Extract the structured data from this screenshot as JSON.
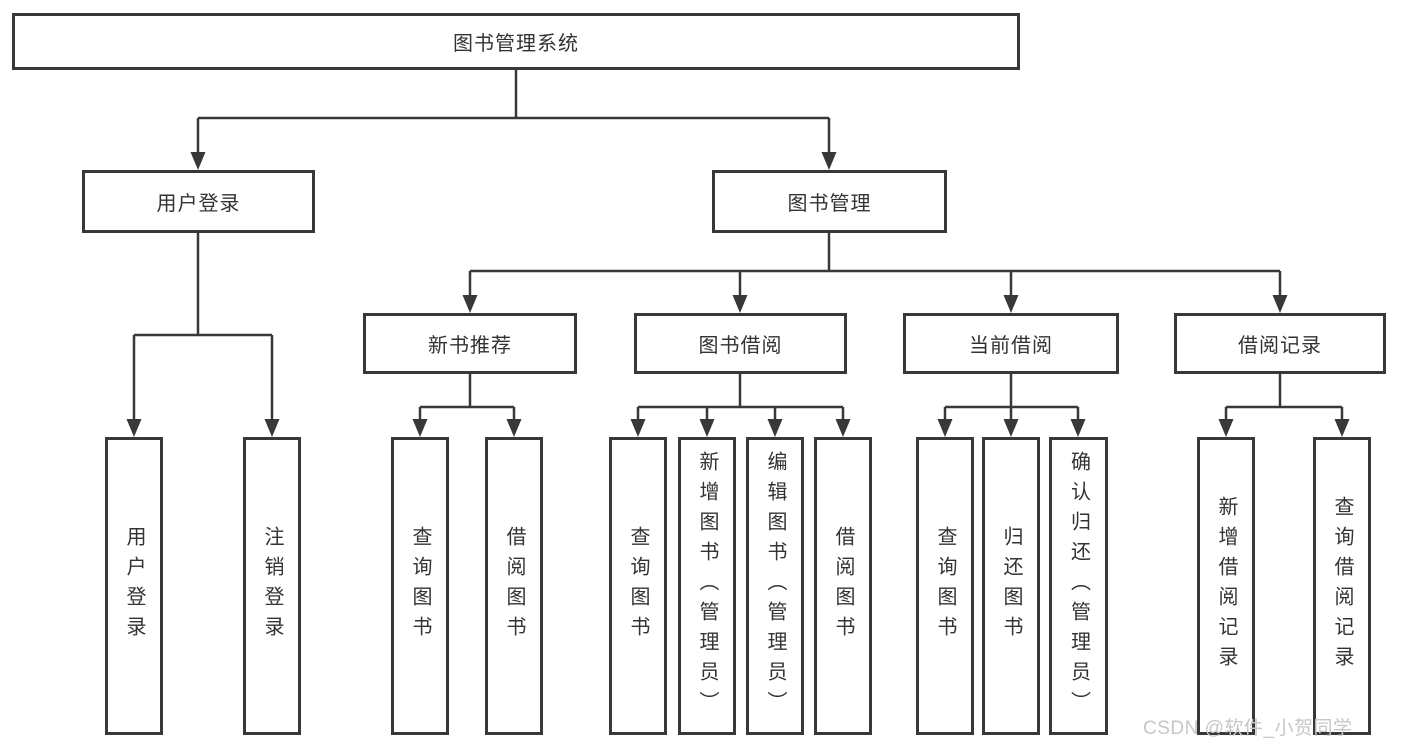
{
  "diagram": {
    "root": {
      "label": "图书管理系统"
    },
    "level2": [
      {
        "label": "用户登录",
        "children": [
          {
            "label": "用户登录"
          },
          {
            "label": "注销登录"
          }
        ]
      },
      {
        "label": "图书管理",
        "children": [
          {
            "label": "新书推荐",
            "children": [
              {
                "label": "查询图书"
              },
              {
                "label": "借阅图书"
              }
            ]
          },
          {
            "label": "图书借阅",
            "children": [
              {
                "label": "查询图书"
              },
              {
                "label": "新增图书（管理员）"
              },
              {
                "label": "编辑图书（管理员）"
              },
              {
                "label": "借阅图书"
              }
            ]
          },
          {
            "label": "当前借阅",
            "children": [
              {
                "label": "查询图书"
              },
              {
                "label": "归还图书"
              },
              {
                "label": "确认归还（管理员）"
              }
            ]
          },
          {
            "label": "借阅记录",
            "children": [
              {
                "label": "新增借阅记录"
              },
              {
                "label": "查询借阅记录"
              }
            ]
          }
        ]
      }
    ]
  },
  "watermark": {
    "text": "CSDN @软件_小贺同学"
  },
  "colors": {
    "line": "#383838",
    "box_border": "#383838",
    "box_fill": "#ffffff",
    "text": "#333333",
    "watermark": "#c7c7c7",
    "background": "#ffffff"
  }
}
